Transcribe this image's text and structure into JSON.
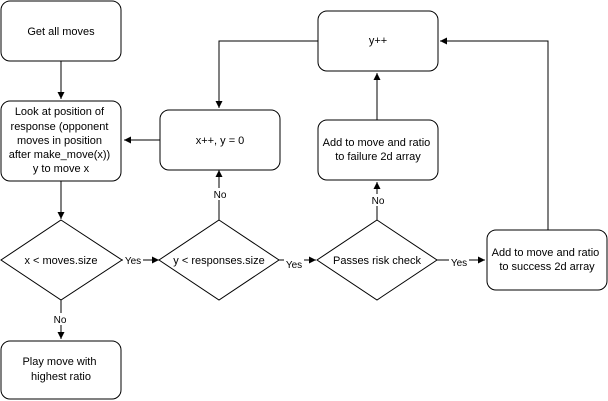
{
  "nodes": {
    "get_all_moves": {
      "lines": [
        "Get all moves"
      ]
    },
    "look_at_position": {
      "lines": [
        "Look at position of",
        "response (opponent",
        "moves in position",
        "after make_move(x))",
        "y to move x"
      ]
    },
    "x_check": {
      "lines": [
        "x < moves.size"
      ]
    },
    "play_move": {
      "lines": [
        "Play move with",
        "highest ratio"
      ]
    },
    "x_increment": {
      "lines": [
        "x++, y = 0"
      ]
    },
    "y_check": {
      "lines": [
        "y < responses.size"
      ]
    },
    "y_increment": {
      "lines": [
        "y++"
      ]
    },
    "failure_add": {
      "lines": [
        "Add to move and ratio",
        "to failure 2d array"
      ]
    },
    "risk_check": {
      "lines": [
        "Passes risk check"
      ]
    },
    "success_add": {
      "lines": [
        "Add to move and ratio",
        "to success 2d array"
      ]
    }
  },
  "edge_labels": {
    "x_check_yes": "Yes",
    "x_check_no": "No",
    "y_check_yes": "Yes",
    "y_check_no": "No",
    "risk_yes": "Yes",
    "risk_no": "No"
  }
}
